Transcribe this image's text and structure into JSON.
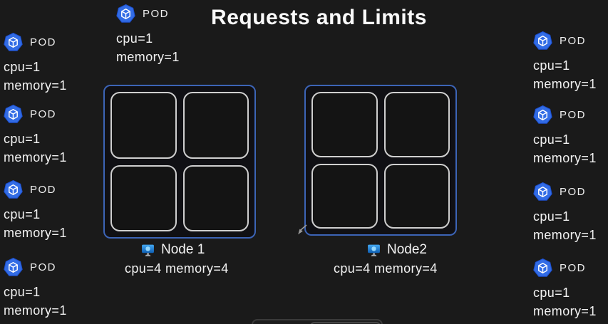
{
  "title": "Requests and Limits",
  "pods": {
    "top": {
      "label": "POD",
      "cpu": "cpu=1",
      "memory": "memory=1"
    },
    "left": [
      {
        "label": "POD",
        "cpu": "cpu=1",
        "memory": "memory=1"
      },
      {
        "label": "POD",
        "cpu": "cpu=1",
        "memory": "memory=1"
      },
      {
        "label": "POD",
        "cpu": "cpu=1",
        "memory": "memory=1"
      },
      {
        "label": "POD",
        "cpu": "cpu=1",
        "memory": "memory=1"
      }
    ],
    "right": [
      {
        "label": "POD",
        "cpu": "cpu=1",
        "memory": "memory=1"
      },
      {
        "label": "POD",
        "cpu": "cpu=1",
        "memory": "memory=1"
      },
      {
        "label": "POD",
        "cpu": "cpu=1",
        "memory": "memory=1"
      },
      {
        "label": "POD",
        "cpu": "cpu=1",
        "memory": "memory=1"
      }
    ]
  },
  "nodes": [
    {
      "name": "Node 1",
      "resources": "cpu=4 memory=4",
      "slot_count": 4
    },
    {
      "name": "Node2",
      "resources": "cpu=4 memory=4",
      "slot_count": 4
    }
  ],
  "icons": {
    "pod": "kubernetes-pod-heptagon-with-cube",
    "node": "computer-monitor",
    "cursor": "mouse-pointer"
  },
  "colors": {
    "background": "#1a1a1a",
    "pod_icon_blue": "#326ce5",
    "node_border_blue": "#3c64b6",
    "cell_border_gray": "#cfcfcf",
    "text": "#f2f2f2"
  }
}
